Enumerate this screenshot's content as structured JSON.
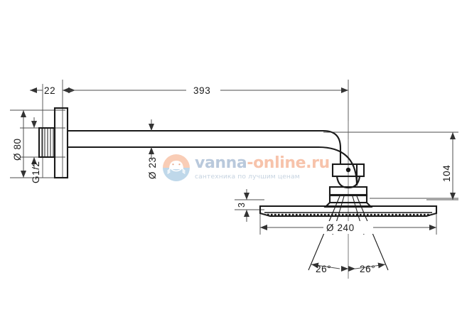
{
  "drawing": {
    "title": "Shower arm and overhead shower dimensioned drawing",
    "background_color": "#ffffff",
    "line_color": "#1a1a1a",
    "dimension_line_color": "#4c4c4c",
    "dimensions": {
      "wall_offset": "22",
      "arm_length": "393",
      "flange_diameter": "Ø 80",
      "thread_size": "G1/2",
      "arm_tube_diameter": "Ø 23",
      "drop_height": "104",
      "head_thickness": "3",
      "head_diameter": "Ø 240",
      "spray_angle_left": "26°",
      "spray_angle_right": "26°"
    }
  },
  "watermark": {
    "logo_icon": "frog-circle-logo-icon",
    "title_part_a": "vanna",
    "title_part_b": "-online.ru",
    "subtitle": "сантехника по лучшим ценам",
    "color_title_a": "#b9c9dc",
    "color_title_b": "#f7c3ab",
    "color_subtitle": "#c6d3e0"
  }
}
